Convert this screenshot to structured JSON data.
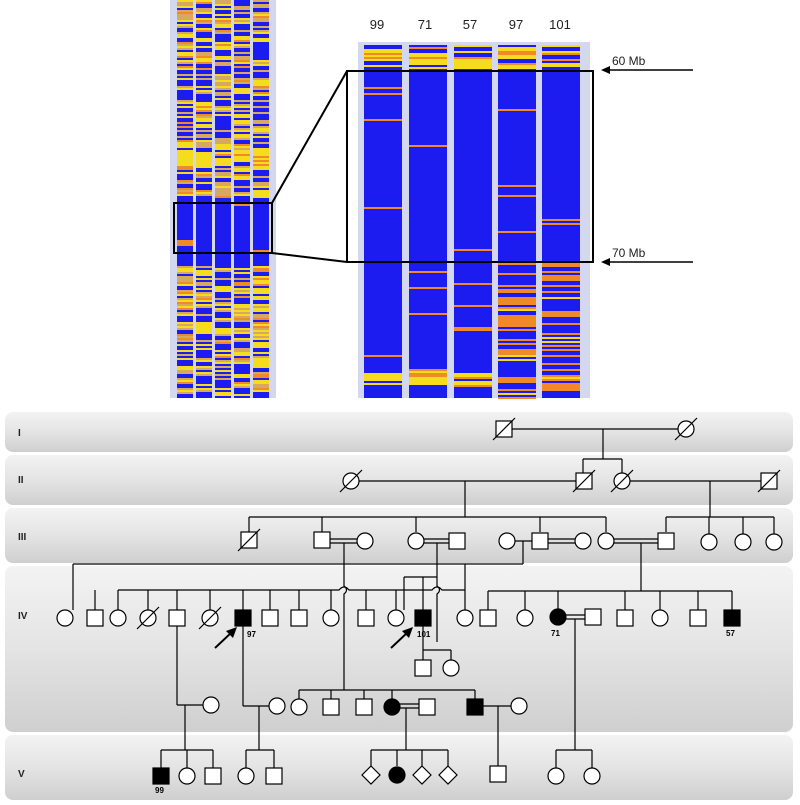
{
  "colors": {
    "blue": "#1c1cf0",
    "yellow": "#f5dc1e",
    "orange": "#f08a28",
    "pale": "#d4d8ee",
    "band": "#e2e2e2"
  },
  "heatmap": {
    "samples": [
      "99",
      "71",
      "57",
      "97",
      "101"
    ],
    "markers": {
      "upper": "60 Mb",
      "lower": "70 Mb"
    }
  },
  "generations": [
    "I",
    "II",
    "III",
    "IV",
    "V"
  ],
  "ids": {
    "p97": "97",
    "p101": "101",
    "p71": "71",
    "p57": "57",
    "p99": "99"
  }
}
